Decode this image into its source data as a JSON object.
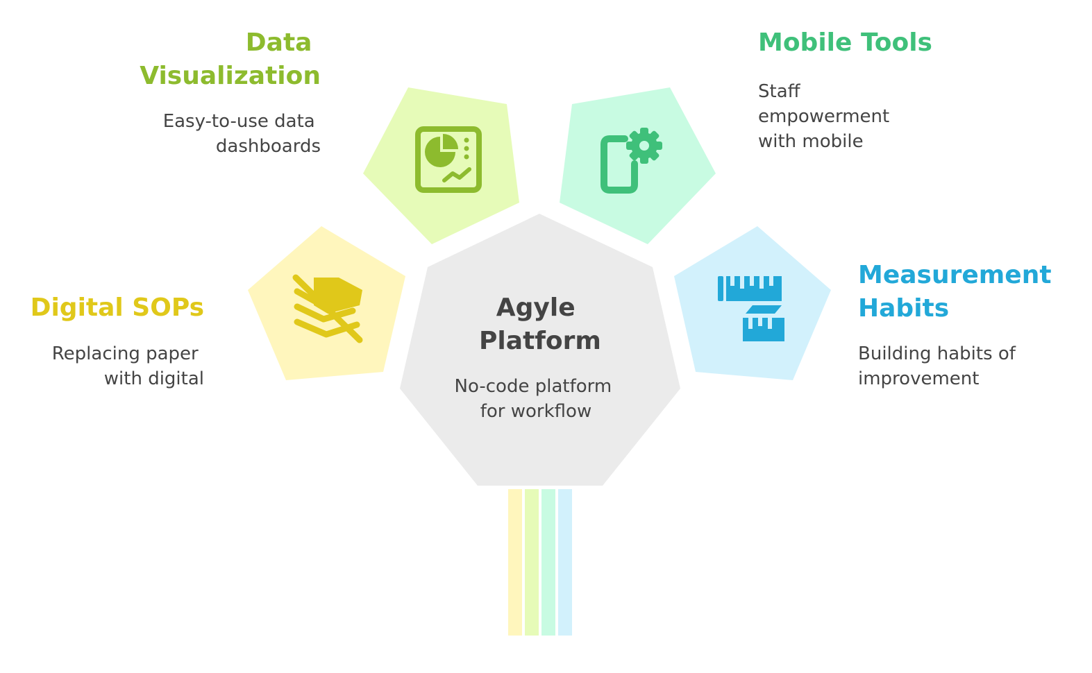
{
  "center": {
    "title_lines": [
      "Agyle",
      "Platform"
    ],
    "desc_lines": [
      "No-code platform",
      "for workflow"
    ],
    "fill": "#ebebeb"
  },
  "nodes": {
    "digital_sops": {
      "title_lines": [
        "Digital SOPs"
      ],
      "desc_lines": [
        "Replacing paper",
        "with digital"
      ],
      "title_color": "#e0c81a",
      "fill": "#fff6bd",
      "icon_color": "#e0c81a",
      "icon": "paper-off-icon"
    },
    "data_visualization": {
      "title_lines": [
        "Data",
        "Visualization"
      ],
      "desc_lines": [
        "Easy-to-use data",
        "dashboards"
      ],
      "title_color": "#8dbb2e",
      "fill": "#e6fbb8",
      "icon_color": "#8dbb2e",
      "icon": "dashboard-chart-icon"
    },
    "mobile_tools": {
      "title_lines": [
        "Mobile Tools"
      ],
      "desc_lines": [
        "Staff",
        "empowerment",
        "with mobile"
      ],
      "title_color": "#3fc07a",
      "fill": "#c8fbe2",
      "icon_color": "#3fc07a",
      "icon": "mobile-settings-icon"
    },
    "measurement_habits": {
      "title_lines": [
        "Measurement",
        "Habits"
      ],
      "desc_lines": [
        "Building habits of",
        "improvement"
      ],
      "title_color": "#22a8d8",
      "fill": "#d2f1fc",
      "icon_color": "#22a8d8",
      "icon": "ruler-icon"
    }
  },
  "stem_colors": [
    "#fff6bd",
    "#e6fbb8",
    "#c8fbe2",
    "#d2f1fc"
  ]
}
